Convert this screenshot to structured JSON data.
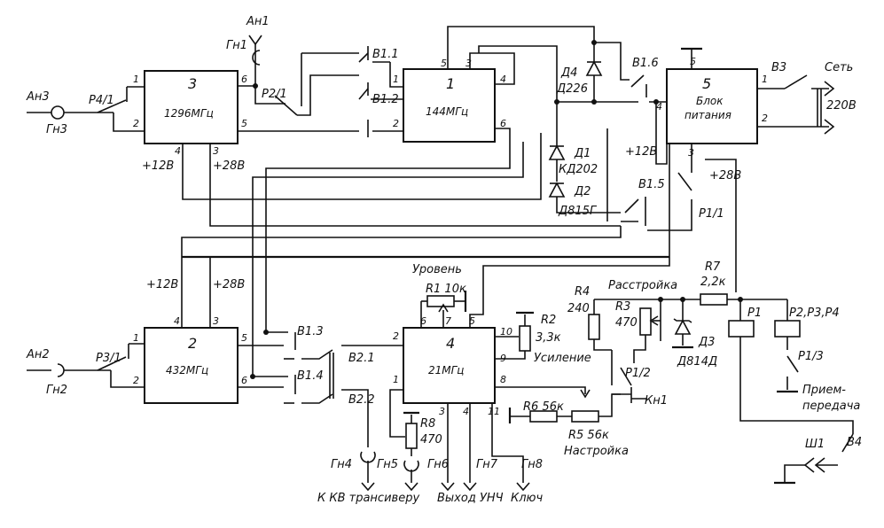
{
  "blocks": {
    "b3": {
      "num": "3",
      "freq": "1296МГц"
    },
    "b1": {
      "num": "1",
      "freq": "144МГц"
    },
    "b5": {
      "num": "5",
      "line1": "Блок",
      "line2": "питания"
    },
    "b2": {
      "num": "2",
      "freq": "432МГц"
    },
    "b4": {
      "num": "4",
      "freq": "21МГц"
    }
  },
  "pins": {
    "b3": {
      "p1": "1",
      "p2": "2",
      "p6": "6",
      "p5": "5",
      "p4": "4",
      "p3": "3"
    },
    "b1": {
      "p5": "5",
      "p3": "3",
      "p4": "4",
      "p1": "1",
      "p2": "2",
      "p6": "6"
    },
    "b5": {
      "p5": "5",
      "p4": "4",
      "p1": "1",
      "p2": "2",
      "p3": "3"
    },
    "b2": {
      "p1": "1",
      "p2": "2",
      "p4": "4",
      "p3": "3",
      "p5": "5",
      "p6": "6"
    },
    "b4": {
      "p6": "6",
      "p7": "7",
      "p5": "5",
      "p10": "10",
      "p9": "9",
      "p2": "2",
      "p1": "1",
      "p8": "8",
      "p3": "3",
      "p4": "4",
      "p11": "11"
    }
  },
  "labels": {
    "an1": "Ан1",
    "gn1": "Гн1",
    "an3": "Ан3",
    "gn3": "Гн3",
    "p41": "Р4/1",
    "p21": "Р2/1",
    "v11": "В1.1",
    "v12": "В1.2",
    "v16": "В1.6",
    "v15": "В1.5",
    "v13": "В1.3",
    "v14": "В1.4",
    "v21": "В2.1",
    "v22": "В2.2",
    "v3": "В3",
    "v4": "В4",
    "d4": "Д4",
    "d4type": "Д226",
    "d1": "Д1",
    "d1type": "КД202",
    "d2": "Д2",
    "d2type": "Д815Г",
    "d3": "Д3",
    "d3type": "Д814Д",
    "set": "Сеть",
    "v220": "220В",
    "plus12_top": "+12В",
    "plus12_b3": "+12В",
    "plus28_b3": "+28В",
    "plus28_b5": "+28В",
    "plus12_b2": "+12В",
    "plus28_b2": "+28В",
    "p11": "Р1/1",
    "p12": "Р1/2",
    "p13": "Р1/3",
    "an2": "Ан2",
    "gn2": "Гн2",
    "p31": "Р3/1",
    "uroven": "Уровень",
    "r1": "R1 10к",
    "r2": "R2",
    "r2val": "3,3к",
    "usilenie": "Усиление",
    "rasstroika": "Расстройка",
    "r4": "R4",
    "r4val": "240",
    "r3": "R3",
    "r3val": "470",
    "r7": "R7",
    "r7val": "2,2к",
    "p1": "Р1",
    "p234": "Р2,Р3,Р4",
    "r6": "R6 56к",
    "r5": "R5 56к",
    "nastroika": "Настройка",
    "kn1": "Кн1",
    "r8": "R8",
    "r8val": "470",
    "gn4": "Гн4",
    "gn5": "Гн5",
    "gn6": "Гн6",
    "gn7": "Гн7",
    "gn8": "Гн8",
    "kkv": "К КВ трансиверу",
    "vyhod": "Выход УНЧ",
    "kluch": "Ключ",
    "priem1": "Прием-",
    "priem2": "передача",
    "sh1": "Ш1"
  }
}
